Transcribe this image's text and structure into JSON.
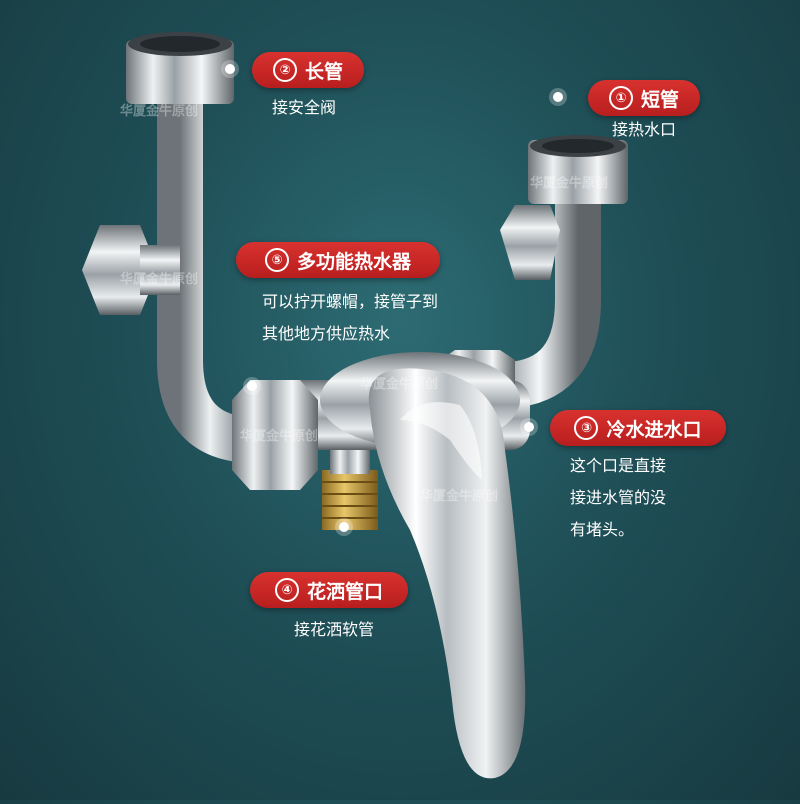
{
  "callouts": [
    {
      "num": "②",
      "title": "长管",
      "desc": [
        "接安全阀"
      ]
    },
    {
      "num": "①",
      "title": "短管",
      "desc": [
        "接热水口"
      ]
    },
    {
      "num": "⑤",
      "title": "多功能热水器",
      "desc": [
        "可以拧开螺帽，接管子到",
        "其他地方供应热水"
      ]
    },
    {
      "num": "③",
      "title": "冷水进水口",
      "desc": [
        "这个口是直接",
        "接进水管的没",
        "有堵头。"
      ]
    },
    {
      "num": "④",
      "title": "花洒管口",
      "desc": [
        "接花洒软管"
      ]
    }
  ],
  "watermark": "华厦金牛原创"
}
